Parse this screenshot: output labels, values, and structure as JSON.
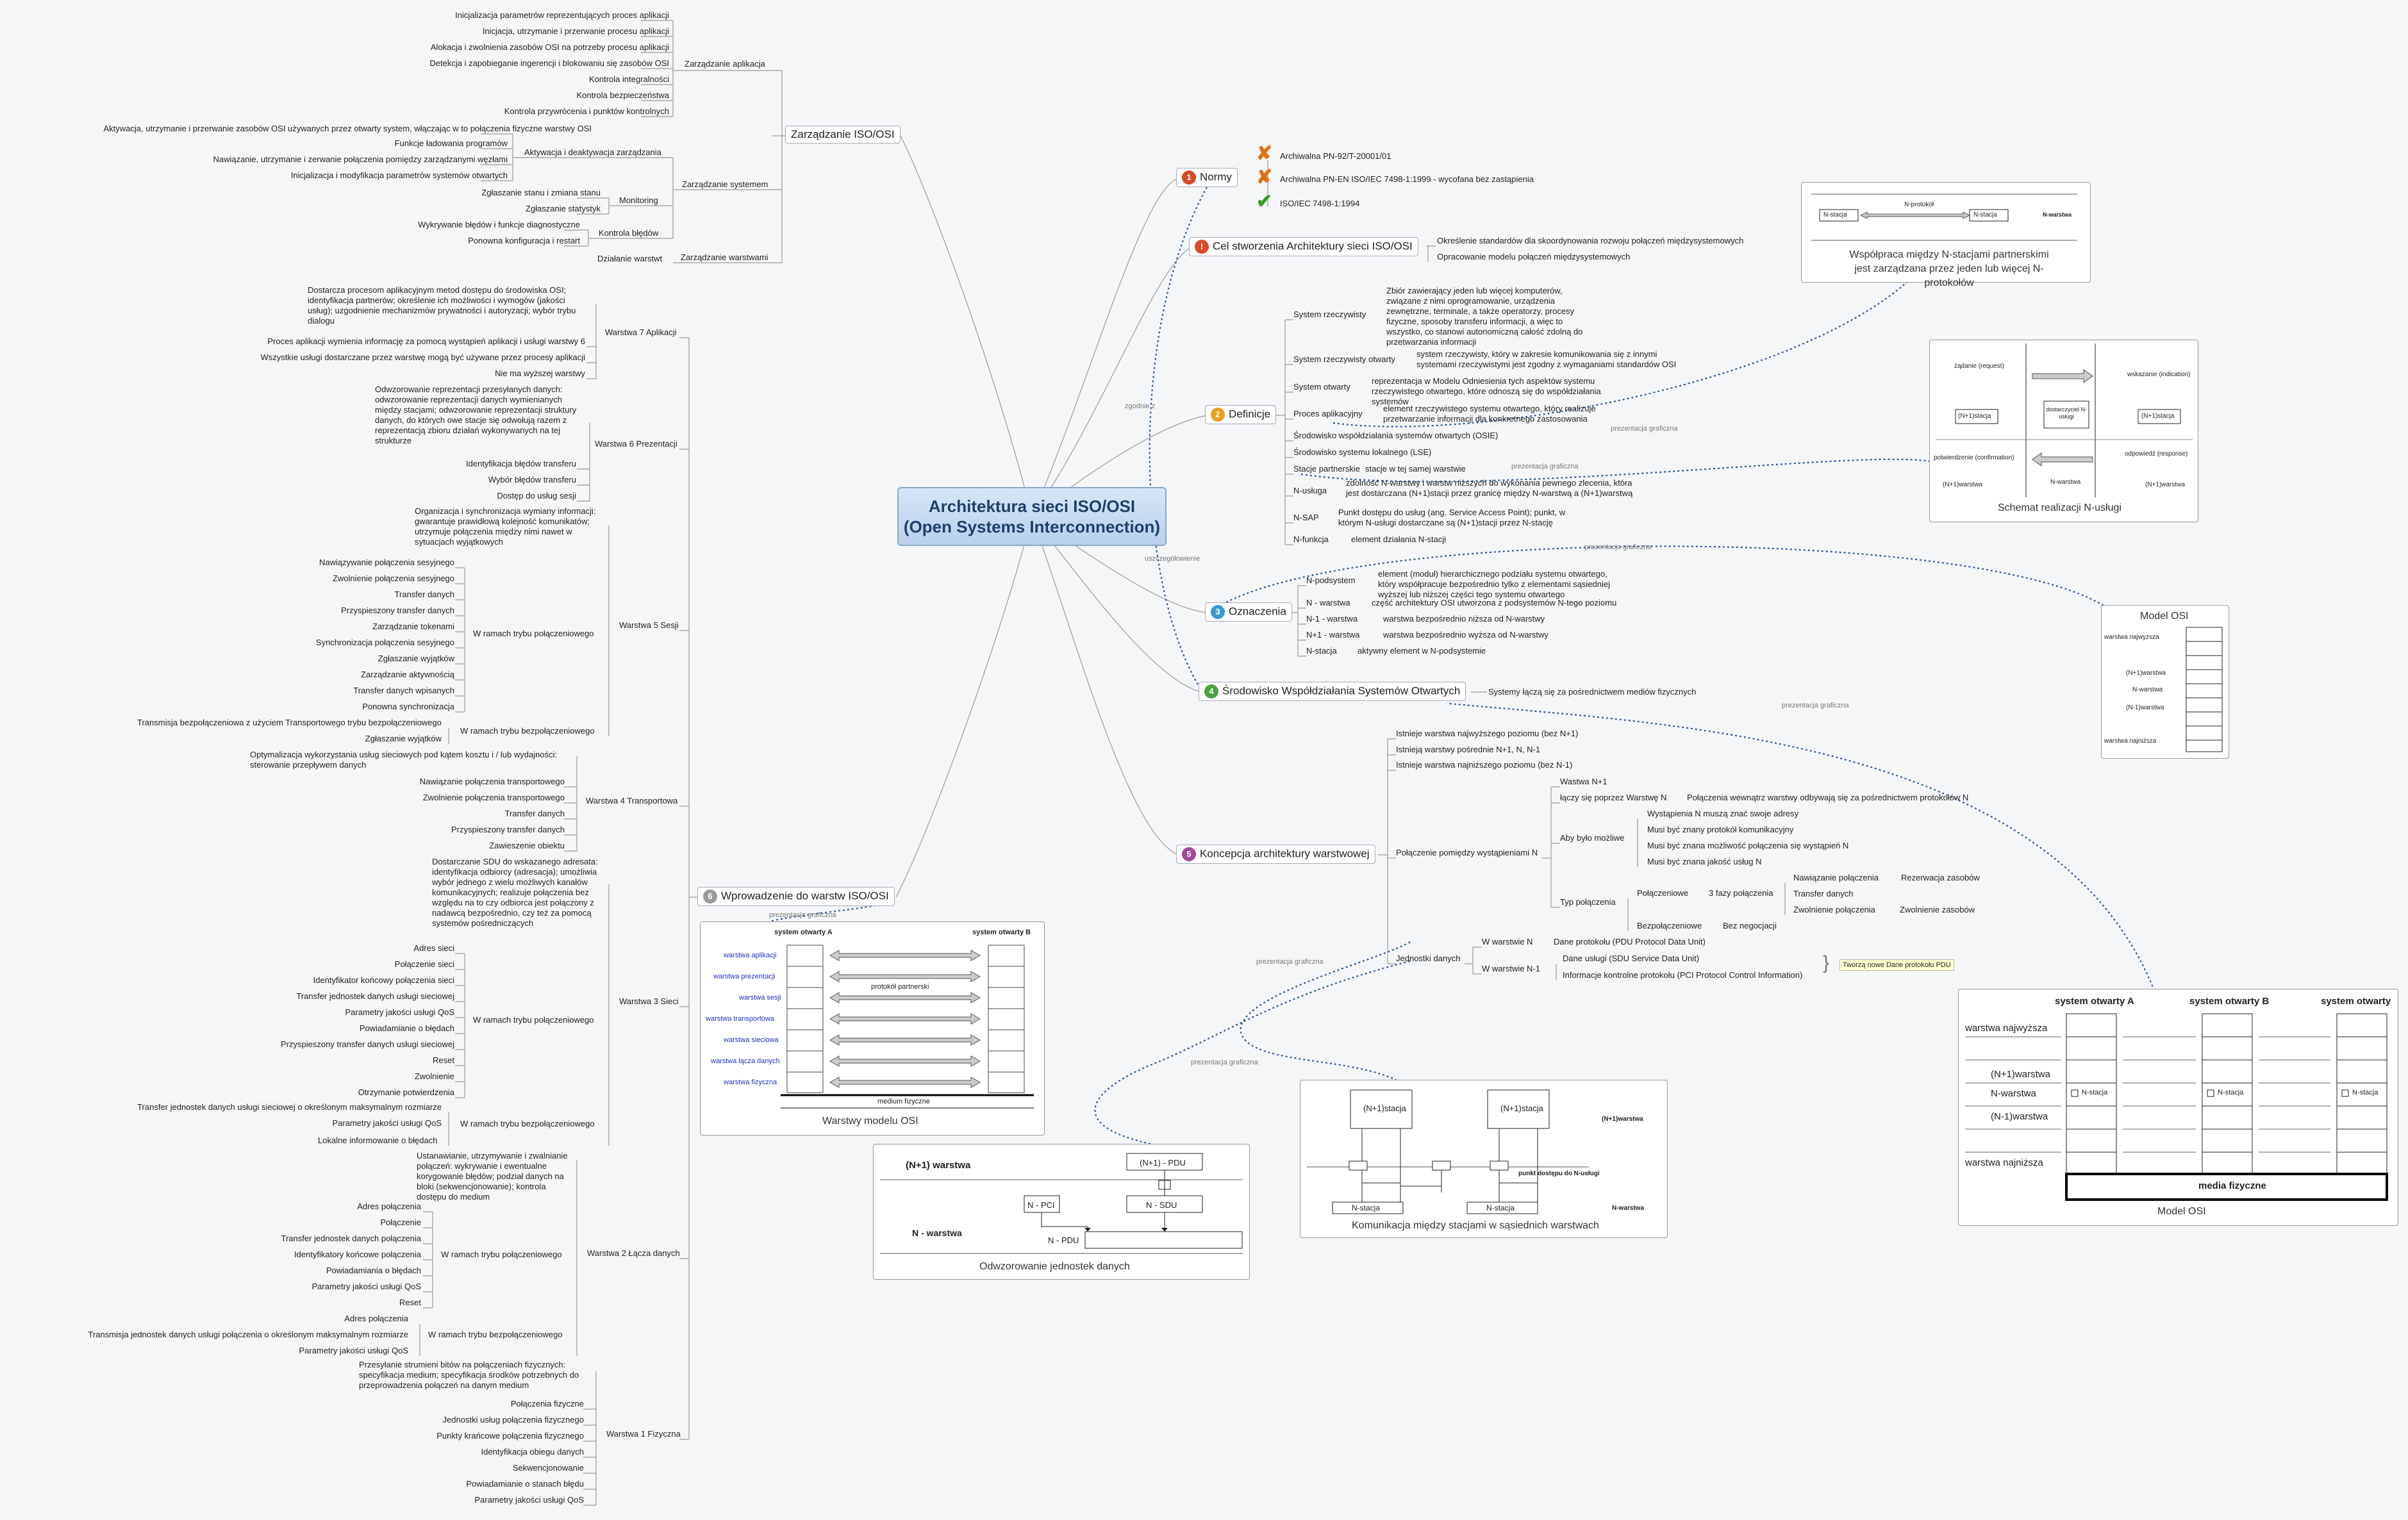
{
  "central": {
    "line1": "Architektura sieci ISO/OSI",
    "line2": "(Open Systems Interconnection)"
  },
  "zarzadzanie": {
    "title": "Zarządzanie ISO/OSI",
    "aplikacja": {
      "label": "Zarządzanie aplikacja",
      "items": [
        "Inicjalizacja parametrów reprezentujących proces aplikacji",
        "Inicjacja, utrzymanie i przerwanie procesu aplikacji",
        "Alokacja i zwolnienia zasobów OSI na potrzeby procesu aplikacji",
        "Detekcja i zapobieganie ingerencji i blokowaniu się zasobów OSI",
        "Kontrola integralności",
        "Kontrola bezpieczeństwa",
        "Kontrola przywrócenia i punktów kontrolnych"
      ]
    },
    "systemem": {
      "label": "Zarządzanie systemem",
      "aktywacja": {
        "label": "Aktywacja i deaktywacja zarządzania",
        "items": [
          "Aktywacja, utrzymanie i przerwanie zasobów OSI używanych przez otwarty system, włączając w to połączenia fizyczne warstwy OSI",
          "Funkcje ładowania programów",
          "Nawiązanie, utrzymanie i zerwanie połączenia pomiędzy zarządzanymi węzłami",
          "Inicjalizacja i modyfikacja parametrów systemów otwartych"
        ]
      },
      "monitoring": {
        "label": "Monitoring",
        "items": [
          "Zgłaszanie stanu i zmiana stanu",
          "Zgłaszanie statystyk"
        ]
      },
      "bledy": {
        "label": "Kontrola błędów",
        "items": [
          "Wykrywanie błędów i funkcje diagnostyczne",
          "Ponowna konfiguracja i restart"
        ]
      }
    },
    "warstwami": {
      "label": "Zarządzanie warstwami",
      "items": [
        "Działanie warstwt"
      ]
    }
  },
  "normy": {
    "title": "Normy",
    "items": [
      "Archiwalna PN-92/T-20001/01",
      "Archiwalna PN-EN ISO/IEC 7498-1:1999 - wycofana bez zastąpienia",
      "ISO/IEC 7498-1:1994"
    ]
  },
  "cel": {
    "title": "Cel stworzenia Architektury sieci ISO/OSI",
    "items": [
      "Określenie standardów dla skoordynowania rozwoju połączeń międzysystemowych",
      "Opracowanie modelu połączeń międzysystemowych"
    ]
  },
  "definicje": {
    "title": "Definicje",
    "items": [
      {
        "k": "System rzeczywisty",
        "v": "Zbiór zawierający jeden lub więcej komputerów, związane z nimi oprogramowanie, urządzenia zewnętrzne, terminale, a także operatorzy, procesy fizyczne, sposoby transferu informacji, a więc to wszystko, co stanowi autonomiczną całość zdolną do przetwarzania informacji"
      },
      {
        "k": "System rzeczywisty otwarty",
        "v": "system rzeczywisty, który w zakresie komunikowania się z innymi systemami rzeczywistymi jest zgodny z wymaganiami standardów OSI"
      },
      {
        "k": "System otwarty",
        "v": "reprezentacja w Modelu Odniesienia tych aspektów systemu rzeczywistego otwartego, które odnoszą się do współdziałania systemów"
      },
      {
        "k": "Proces aplikacyjny",
        "v": "element rzeczywistego systemu otwartego, który realizuje przetwarzanie informacji dla konkretnego zastosowania"
      },
      {
        "k": "Środowisko współdziałania systemów otwartych (OSIE)",
        "v": ""
      },
      {
        "k": "Środowisko systemu lokalnego (LSE)",
        "v": ""
      },
      {
        "k": "Stacje partnerskie",
        "v": "stacje w tej samej warstwie"
      },
      {
        "k": "N-usługa",
        "v": "zdolność N-warstwy i warstw niższych do wykonania pewnego zlecenia, która jest dostarczana (N+1)stacji przez granicę między N-warstwą a (N+1)warstwą"
      },
      {
        "k": "N-SAP",
        "v": "Punkt dostępu do usług (ang. Service Access Point); punkt, w którym N-usługi dostarczane są (N+1)stacji przez N-stację"
      },
      {
        "k": "N-funkcja",
        "v": "element działania N-stacji"
      }
    ]
  },
  "oznaczenia": {
    "title": "Oznaczenia",
    "items": [
      {
        "k": "N-podsystem",
        "v": "element (moduł) hierarchicznego podziału systemu otwartego, który współpracuje bezpośrednio tylko z elementami sąsiedniej wyższej lub niższej części tego systemu otwartego"
      },
      {
        "k": "N - warstwa",
        "v": "część architektury OSI utworzona z podsystemów N-tego poziomu"
      },
      {
        "k": "N-1 - warstwa",
        "v": "warstwa bezpośrednio niższa od N-warstwy"
      },
      {
        "k": "N+1 - warstwa",
        "v": "warstwa bezpośrednio wyższa od N-warstwy"
      },
      {
        "k": "N-stacja",
        "v": "aktywny element w N-podsystemie"
      }
    ]
  },
  "srodowisko": {
    "title": "Środowisko Współdziałania Systemów Otwartych",
    "item": "Systemy łączą się za pośrednictwem mediów fizycznych"
  },
  "koncepcja": {
    "title": "Koncepcja architektury warstwowej",
    "top": [
      "Istnieje warstwa najwyższego poziomu (bez N+1)",
      "Istnieją warstwy pośrednie N+1, N, N-1",
      "Istnieje warstwa najniższego poziomu (bez N-1)"
    ],
    "polaczenie": "Połączenie pomiędzy wystąpieniami N",
    "wastwaN1": "Wastwa N+1",
    "laczy": "łączy się poprzez Warstwę N",
    "laczyV": "Połączenia wewnątrz warstwy odbywają się za pośrednictwem protokołów N",
    "abyBylo": "Aby było możliwe",
    "aby": [
      "Wystąpienia N muszą znać swoje adresy",
      "Musi być znany protokół komunikacyjny",
      "Musi być znana możliwość połączenia się wystąpień N",
      "Musi być znana jakość usług N"
    ],
    "typ": "Typ połączenia",
    "polaczeniowe": "Połączeniowe",
    "fazy": "3 fazy połączenia",
    "fazyItems": [
      "Nawiązanie połączenia",
      "Transfer danych",
      "Zwolnienie połączenia"
    ],
    "fazyV": [
      "Rezerwacja zasobów",
      "",
      "Zwolnienie zasobów"
    ],
    "bezpol": "Bezpołączeniowe",
    "bezneg": "Bez negocjacji",
    "jednostki": "Jednostki danych",
    "wN": "W warstwie N",
    "wNv": "Dane protokołu (PDU Protocol Data Unit)",
    "wN1": "W warstwie N-1",
    "wN1v": [
      "Dane usługi (SDU Service Data Unit)",
      "Informacje kontrolne protokołu (PCI Protocol Control Information)"
    ],
    "note": "Tworzą nowe Dane protokołu PDU"
  },
  "wprowadzenie": {
    "title": "Wprowadzenie do warstw ISO/OSI"
  },
  "layers": {
    "w7": {
      "label": "Warstwa 7 Aplikacji",
      "desc": "Dostarcza procesom aplikacyjnym metod dostępu do środowiska OSI; identyfikacja partnerów; określenie ich możliwości i wymogów (jakości usług); uzgodnienie mechanizmów prywatności i autoryzacji; wybór trybu dialogu",
      "items": [
        "Proces aplikacji wymienia informację za pomocą wystąpień aplikacji i usługi warstwy 6",
        "Wszystkie usługi dostarczane przez warstwę mogą być używane przez procesy aplikacji",
        "Nie ma wyższej warstwy"
      ]
    },
    "w6": {
      "label": "Warstwa 6 Prezentacji",
      "desc": "Odwzorowanie reprezentacji przesyłanych danych: odwzorowanie reprezentacji danych wymienianych między stacjami; odwzorowanie reprezentacji struktury danych, do których owe stacje się odwołują razem z reprezentacją zbioru działań wykonywanych na tej strukturze",
      "items": [
        "Identyfikacja błędów transferu",
        "Wybór błędów transferu",
        "Dostęp do usług sesji"
      ]
    },
    "w5": {
      "label": "Warstwa 5 Sesji",
      "desc": "Organizacja i synchronizacja wymiany informacji: gwarantuje prawidłową kolejność komunikatów; utrzymuje połączenia między nimi nawet w sytuacjach wyjątkowych",
      "tryb": "W ramach trybu połączeniowego",
      "items": [
        "Nawiązywanie połączenia sesyjnego",
        "Zwolnienie połączenia sesyjnego",
        "Transfer danych",
        "Przyspieszony transfer danych",
        "Zarządzanie tokenami",
        "Synchronizacja połączenia sesyjnego",
        "Zgłaszanie wyjątków",
        "Zarządzanie aktywnością",
        "Transfer danych wpisanych",
        "Ponowna synchronizacja"
      ],
      "tryb2": "W ramach trybu bezpołączeniowego",
      "items2": [
        "Transmisja bezpołączeniowa z użyciem Transportowego trybu bezpołączeniowego",
        "Zgłaszanie wyjątków"
      ]
    },
    "w4": {
      "label": "Warstwa 4 Transportowa",
      "desc": "Optymalizacja wykorzystania usług sieciowych pod kątem kosztu i / lub wydajności: sterowanie przepływem danych",
      "items": [
        "Nawiązanie połączenia transportowego",
        "Zwolnienie połączenia transportowego",
        "Transfer danych",
        "Przyspieszony transfer danych",
        "Zawieszenie obiektu"
      ]
    },
    "w3": {
      "label": "Warstwa 3 Sieci",
      "desc": "Dostarczanie SDU do wskazanego adresata: identyfikacja odbiorcy (adresacja); umożliwia wybór jednego z wielu możliwych kanałów komunikacyjnych; realizuje połączenia bez względu na to czy odbiorca jest połączony z nadawcą bezpośrednio, czy też za pomocą systemów pośredniczących",
      "tryb": "W ramach trybu połączeniowego",
      "items": [
        "Adres sieci",
        "Połączenie sieci",
        "Identyfikator końcowy połączenia sieci",
        "Transfer jednostek danych usługi sieciowej",
        "Parametry jakości usługi QoS",
        "Powiadamianie o błędach",
        "Przyspieszony transfer danych usługi sieciowej",
        "Reset",
        "Zwolnienie",
        "Otrzymanie potwierdzenia"
      ],
      "tryb2": "W ramach trybu bezpołączeniowego",
      "items2": [
        "Transfer jednostek danych usługi sieciowej o określonym maksymalnym rozmiarze",
        "Parametry jakości usługi QoS",
        "Lokalne informowanie o błędach"
      ]
    },
    "w2": {
      "label": "Warstwa 2 Łącza danych",
      "desc": "Ustanawianie, utrzymywanie i zwalnianie połączeń: wykrywanie i ewentualne korygowanie błędów; podział danych na bloki (sekwencjonowanie); kontrola dostępu do medium",
      "tryb": "W ramach trybu połączeniowego",
      "items": [
        "Adres połączenia",
        "Połączenie",
        "Transfer jednostek danych połączenia",
        "Identyfikatory końcowe połączenia",
        "Powiadamiania o błędach",
        "Parametry jakości usługi QoS",
        "Reset"
      ],
      "tryb2": "W ramach trybu bezpołączeniowego",
      "items2": [
        "Adres połączenia",
        "Transmisja jednostek danych usługi połączenia o określonym maksymalnym rozmiarze",
        "Parametry jakości usługi QoS"
      ]
    },
    "w1": {
      "label": "Warstwa 1 Fizyczna",
      "desc": "Przesyłanie strumieni bitów na połączeniach fizycznych: specyfikacja medium; specyfikacja środków potrzebnych do przeprowadzenia połączeń na danym medium",
      "items": [
        "Połączenia fizyczne",
        "Jednostki usług połączenia fizycznego",
        "Punkty krańcowe połączenia fizycznego",
        "Identyfikacja obiegu danych",
        "Sekwencjonowanie",
        "Powiadamianie o stanach błędu",
        "Parametry jakości usługi QoS"
      ]
    }
  },
  "connectors": {
    "zgodnie": "zgodnie z",
    "uszczeg": "uszczegółowienie",
    "prez": "prezentacja graficzna"
  },
  "images": {
    "warstwy": {
      "caption": "Warstwy modelu OSI",
      "sysA": "system otwarty A",
      "sysB": "system otwarty B",
      "layers": [
        "warstwa aplikacji",
        "warstwa prezentacji",
        "warstwa sesji",
        "warstwa transportowa",
        "warstwa sieciowa",
        "warstwa łącza danych",
        "warstwa fizyczna"
      ],
      "protokol": "protokół partnerski",
      "medium": "medium fizyczne"
    },
    "odwz": {
      "caption": "Odwzorowanie jednostek danych",
      "n1w": "(N+1) warstwa",
      "nw": "N - warstwa",
      "pdu1": "(N+1) - PDU",
      "pci": "N - PCI",
      "sdu": "N - SDU",
      "pdu": "N - PDU"
    },
    "komunikacja": {
      "caption": "Komunikacja między stacjami w sąsiednich warstwach",
      "st1": "(N+1)stacja",
      "st2": "(N+1)stacja",
      "n1warstwa": "(N+1)warstwa",
      "punkt": "punkt dostępu do N-usługi",
      "ns1": "N-stacja",
      "ns2": "N-stacja",
      "nwarstwa": "N-warstwa"
    },
    "wspolpraca": {
      "caption": "Współpraca między N-stacjami partnerskimi jest zarządzana przez jeden lub więcej N-protokołów",
      "protokol": "N-protokół",
      "ns1": "N-stacja",
      "ns2": "N-stacja",
      "nw": "N-warstwa"
    },
    "schemat": {
      "caption": "Schemat realizacji N-usługi",
      "zadanie": "żądanie (request)",
      "wskazanie": "wskazanie (indication)",
      "st1": "(N+1)stacja",
      "st2": "(N+1)stacja",
      "dost": "dostarczyciel N-usługi",
      "potw": "potwierdzenie (confirmation)",
      "odp": "odpowiedź (response)",
      "w1": "(N+1)warstwa",
      "nw": "N-warstwa",
      "w2": "(N+1)warstwa"
    },
    "modelSmall": {
      "caption": "Model OSI",
      "labels": [
        "warstwa najwyższa",
        "(N+1)warstwa",
        "N-warstwa",
        "(N-1)warstwa",
        "warstwa najniższa"
      ]
    },
    "modelBig": {
      "caption": "Model OSI",
      "sysA": "system otwarty A",
      "sysB": "system otwarty B",
      "sysC": "system otwarty",
      "labels": [
        "warstwa najwyższa",
        "(N+1)warstwa",
        "N-warstwa",
        "(N-1)warstwa",
        "warstwa najniższa"
      ],
      "nstacja": "N-stacja",
      "media": "media fizyczne"
    }
  }
}
